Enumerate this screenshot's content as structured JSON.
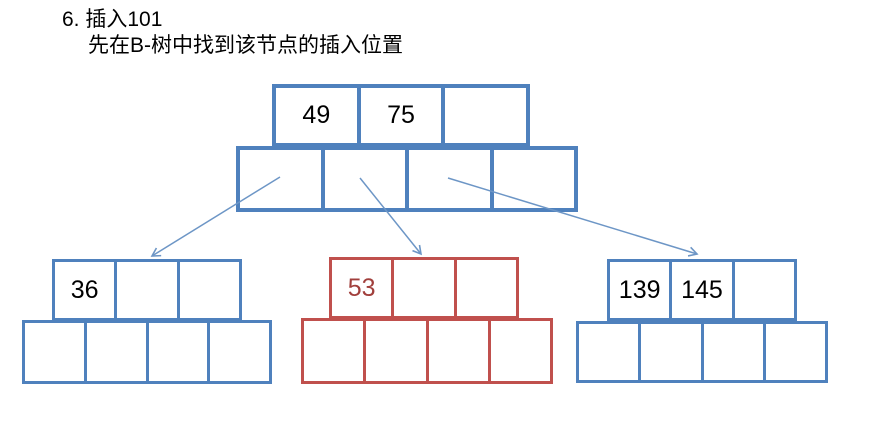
{
  "title": {
    "line1": "6. 插入101",
    "line2": "先在B-树中找到该节点的插入位置"
  },
  "colors": {
    "node_border_blue": "#4F81BD",
    "node_border_red": "#C0504D",
    "highlight_key_red": "#A13F3C",
    "arrow_blue": "#6D96C6",
    "text_black": "#000000",
    "background": "#ffffff"
  },
  "tree": {
    "root": {
      "keys": [
        "49",
        "75",
        ""
      ],
      "pointer_cells": 4,
      "color": "blue"
    },
    "children": [
      {
        "id": "left",
        "keys": [
          "36",
          "",
          ""
        ],
        "pointer_cells": 4,
        "color": "blue"
      },
      {
        "id": "middle",
        "keys": [
          "53",
          "",
          ""
        ],
        "pointer_cells": 4,
        "color": "red",
        "highlighted": true
      },
      {
        "id": "right",
        "keys": [
          "139",
          "145",
          ""
        ],
        "pointer_cells": 4,
        "color": "blue"
      }
    ],
    "arrows": [
      {
        "from": "root-pointer-cell-1",
        "to": "left-child"
      },
      {
        "from": "root-pointer-cell-2",
        "to": "middle-child"
      },
      {
        "from": "root-pointer-cell-3",
        "to": "right-child"
      }
    ]
  }
}
